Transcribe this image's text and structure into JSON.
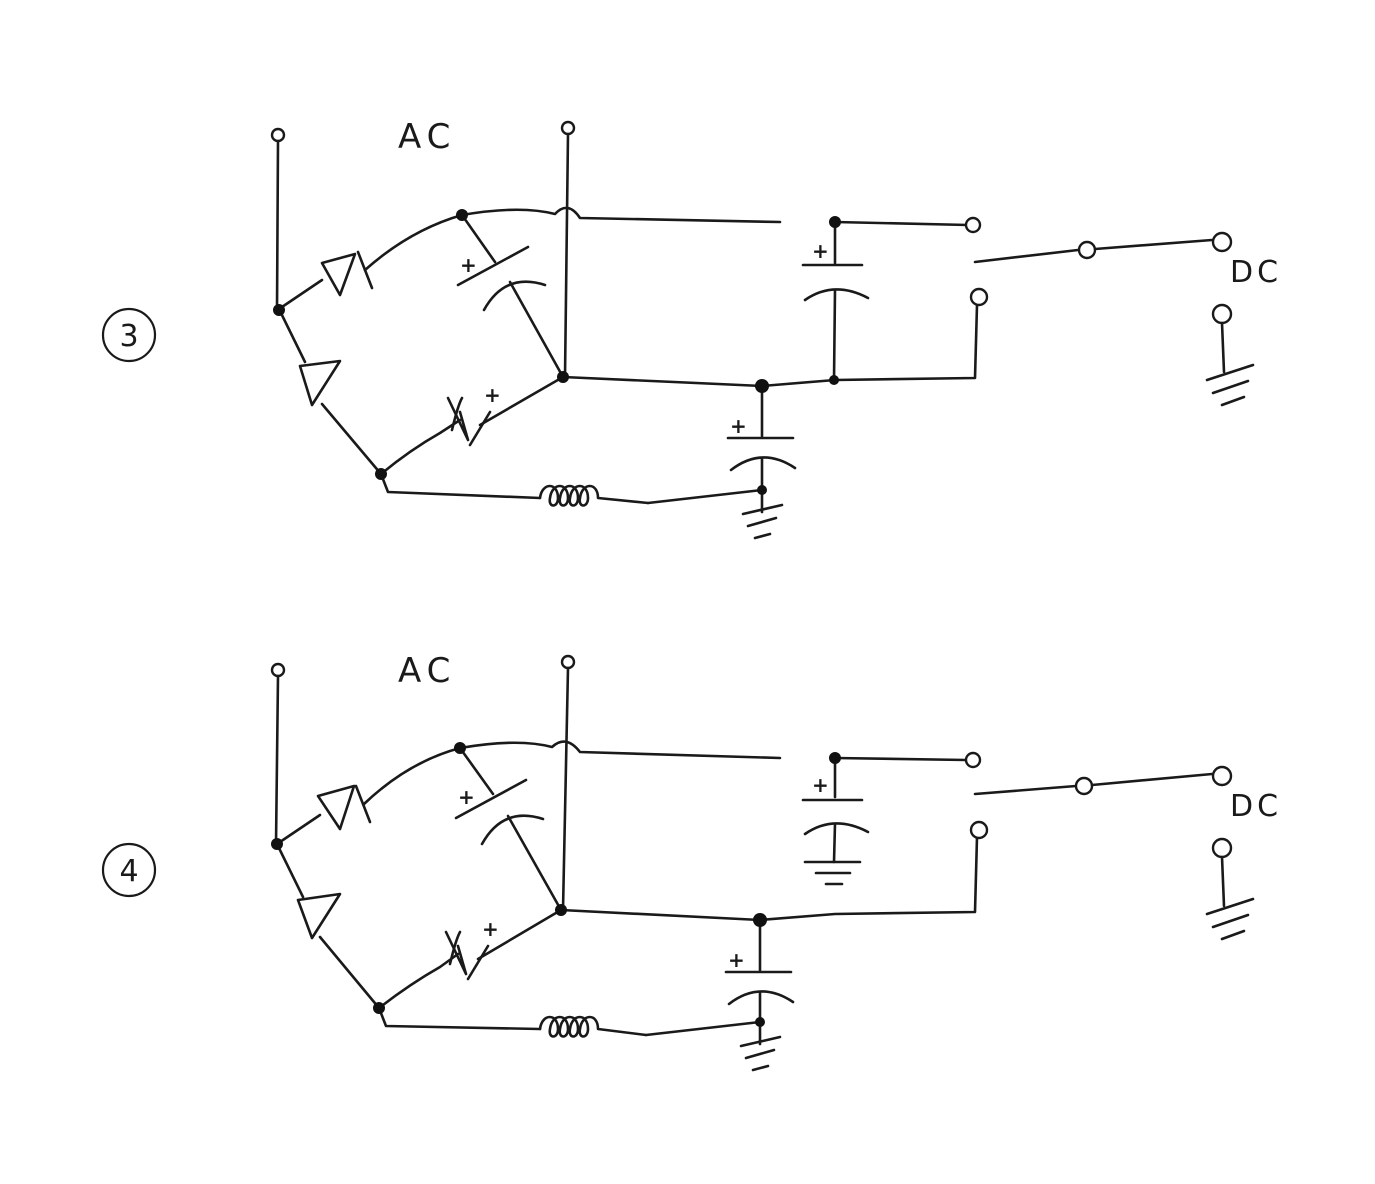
{
  "diagrams": [
    {
      "number": "3",
      "ac_label": "AC",
      "dc_label": "DC",
      "plus": "+"
    },
    {
      "number": "4",
      "ac_label": "AC",
      "dc_label": "DC",
      "plus": "+"
    }
  ],
  "colors": {
    "ink": "#1a1a1a",
    "paper": "#ffffff"
  }
}
